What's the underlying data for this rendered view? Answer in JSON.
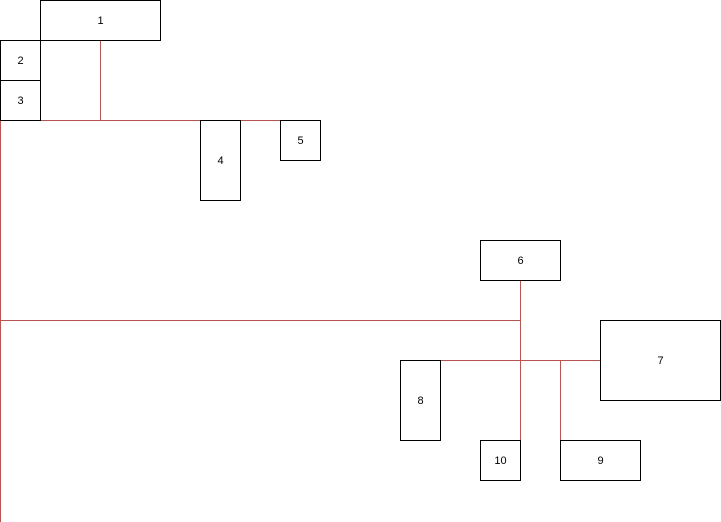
{
  "diagram": {
    "connector_color": "#b85450",
    "border_color": "#000000",
    "nodes": {
      "n1": "1",
      "n2": "2",
      "n3": "3",
      "n4": "4",
      "n5": "5",
      "n6": "6",
      "n7": "7",
      "n8": "8",
      "n9": "9",
      "n10": "10"
    }
  }
}
